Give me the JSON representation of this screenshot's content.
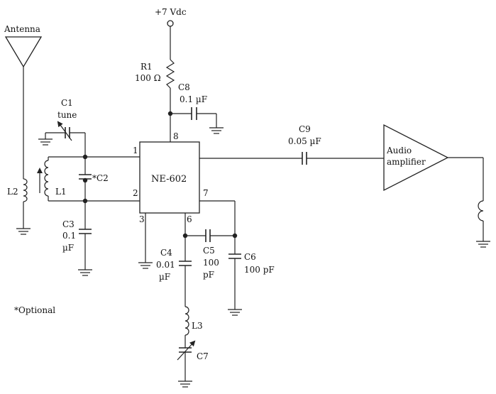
{
  "supply": {
    "label": "+7 Vdc"
  },
  "antenna": {
    "label": "Antenna"
  },
  "ic": {
    "label": "NE-602",
    "pins": {
      "p1": "1",
      "p2": "2",
      "p3": "3",
      "p6": "6",
      "p7": "7",
      "p8": "8"
    }
  },
  "amplifier": {
    "line1": "Audio",
    "line2": "amplifier"
  },
  "components": {
    "r1": {
      "ref": "R1",
      "value": "100 Ω"
    },
    "c1": {
      "ref": "C1",
      "note": "tune"
    },
    "c2": {
      "ref": "*C2"
    },
    "c3": {
      "ref": "C3",
      "value": "0.1",
      "unit": "µF"
    },
    "c4": {
      "ref": "C4",
      "value": "0.01",
      "unit": "µF"
    },
    "c5": {
      "ref": "C5",
      "value": "100",
      "unit": "pF"
    },
    "c6": {
      "ref": "C6",
      "value": "100 pF"
    },
    "c7": {
      "ref": "C7"
    },
    "c8": {
      "ref": "C8",
      "value": "0.1 µF"
    },
    "c9": {
      "ref": "C9",
      "value": "0.05 µF"
    },
    "l1": {
      "ref": "L1"
    },
    "l2": {
      "ref": "L2"
    },
    "l3": {
      "ref": "L3"
    }
  },
  "footnote": "*Optional"
}
